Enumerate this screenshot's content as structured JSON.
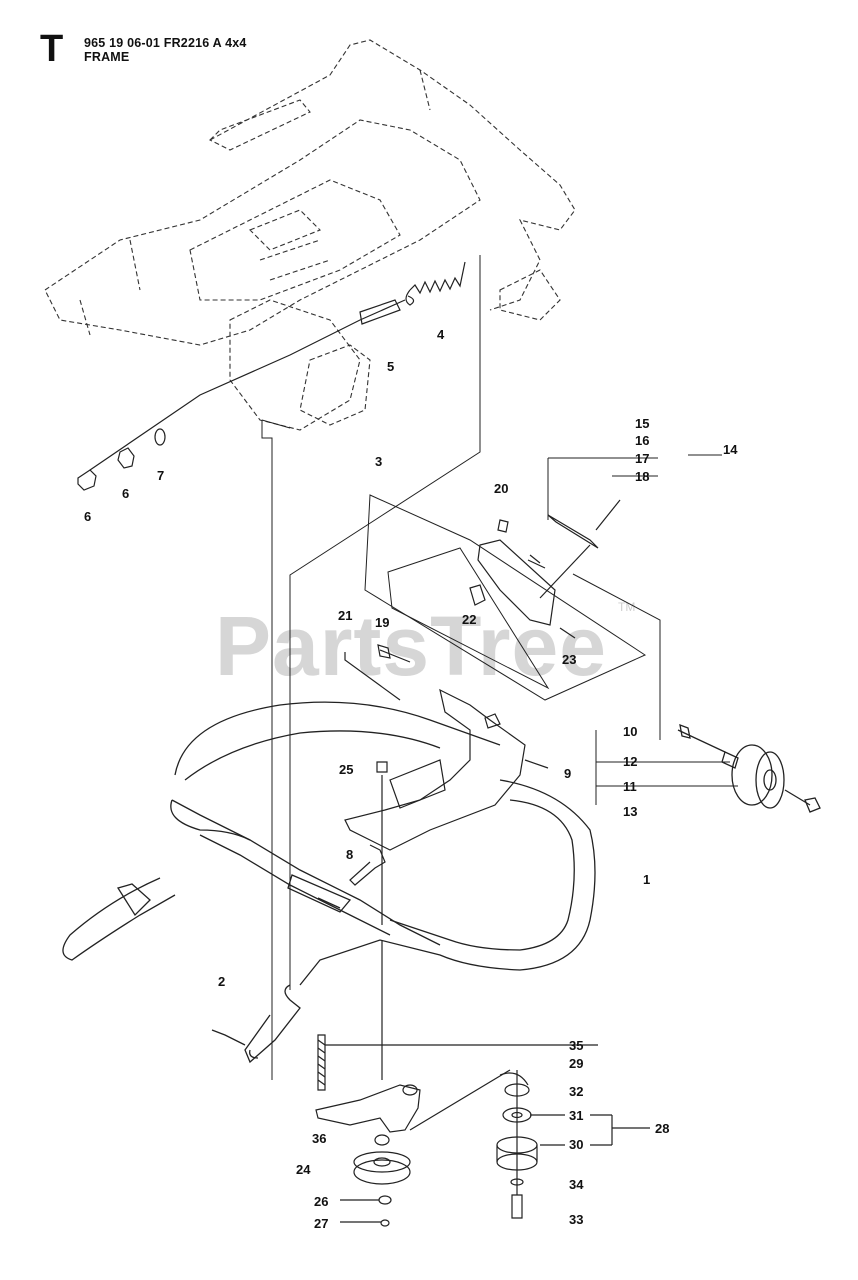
{
  "header": {
    "section_letter": "T",
    "model_line": "965 19 06-01 FR2216 A 4x4",
    "title": "FRAME"
  },
  "watermark": {
    "text": "PartsTree",
    "tm": "TM"
  },
  "callouts": {
    "c1": "1",
    "c2": "2",
    "c3": "3",
    "c4": "4",
    "c5": "5",
    "c6a": "6",
    "c6b": "6",
    "c7": "7",
    "c8": "8",
    "c9": "9",
    "c10": "10",
    "c11": "11",
    "c12": "12",
    "c13": "13",
    "c14": "14",
    "c15": "15",
    "c16": "16",
    "c17": "17",
    "c18": "18",
    "c19": "19",
    "c20": "20",
    "c21": "21",
    "c22": "22",
    "c23": "23",
    "c24": "24",
    "c25": "25",
    "c26": "26",
    "c27": "27",
    "c28": "28",
    "c29": "29",
    "c30": "30",
    "c31": "31",
    "c32": "32",
    "c33": "33",
    "c34": "34",
    "c35": "35",
    "c36": "36"
  }
}
